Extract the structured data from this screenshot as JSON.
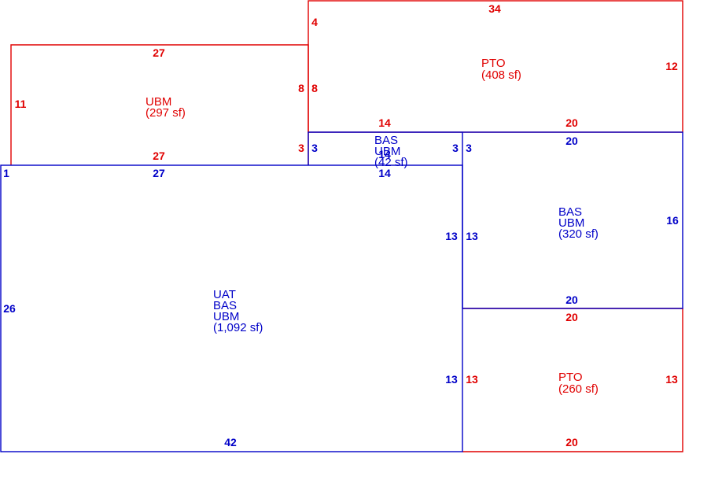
{
  "colors": {
    "red": "#e00000",
    "blue": "#0000c8"
  },
  "areas": {
    "pto_top": {
      "lines": [
        "PTO",
        "(408 sf)"
      ]
    },
    "ubm_left": {
      "lines": [
        "UBM",
        "(297 sf)"
      ]
    },
    "bas_small": {
      "lines": [
        "BAS",
        "UBM",
        "(42 sf)"
      ]
    },
    "bas_right": {
      "lines": [
        "BAS",
        "UBM",
        "(320 sf)"
      ]
    },
    "uat_main": {
      "lines": [
        "UAT",
        "BAS",
        "UBM",
        "(1,092 sf)"
      ]
    },
    "pto_bottom": {
      "lines": [
        "PTO",
        "(260 sf)"
      ]
    }
  },
  "dims": {
    "pto_top_top": "34",
    "pto_top_right": "12",
    "pto_top_left_upper": "4",
    "pto_top_left_lower": "8",
    "pto_top_bottom_left": "14",
    "pto_top_bottom_right": "20",
    "ubm_top": "27",
    "ubm_left": "11",
    "ubm_right": "8",
    "ubm_bottom": "27",
    "bas_small_top_r": "14",
    "bas_small_left_r": "3",
    "bas_small_left_b": "3",
    "bas_small_right_b": "3",
    "bas_small_right_out": "3",
    "bas_small_bottom": "14",
    "bas_small_overlap": "14",
    "bas_right_top": "20",
    "bas_right_right": "16",
    "bas_right_bottom": "20",
    "uat_top": "27",
    "uat_corner": "1",
    "uat_left": "26",
    "uat_right_upper": "13",
    "uat_right_lower": "13",
    "uat_bottom": "42",
    "pto_bottom_top": "20",
    "pto_bottom_left": "13",
    "pto_bottom_right": "13",
    "pto_bottom_bottom": "20",
    "bas_right_left": "13"
  }
}
